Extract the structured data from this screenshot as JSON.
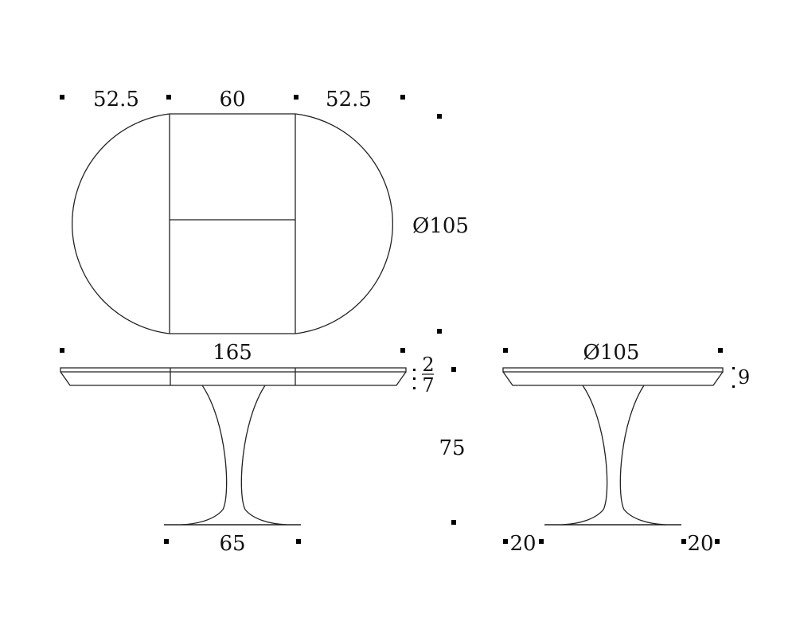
{
  "top_view": {
    "left_segment": "52.5",
    "middle_segment": "60",
    "right_segment": "52.5",
    "diameter": "Ø105"
  },
  "front_view": {
    "total_length": "165",
    "top_thickness": "2",
    "apron_height": "7",
    "table_height": "75",
    "base_width": "65"
  },
  "side_view": {
    "diameter": "Ø105",
    "top_height": "9",
    "left_offset": "20",
    "right_offset": "20"
  },
  "colors": {
    "line": "#222222",
    "text": "#111111"
  }
}
